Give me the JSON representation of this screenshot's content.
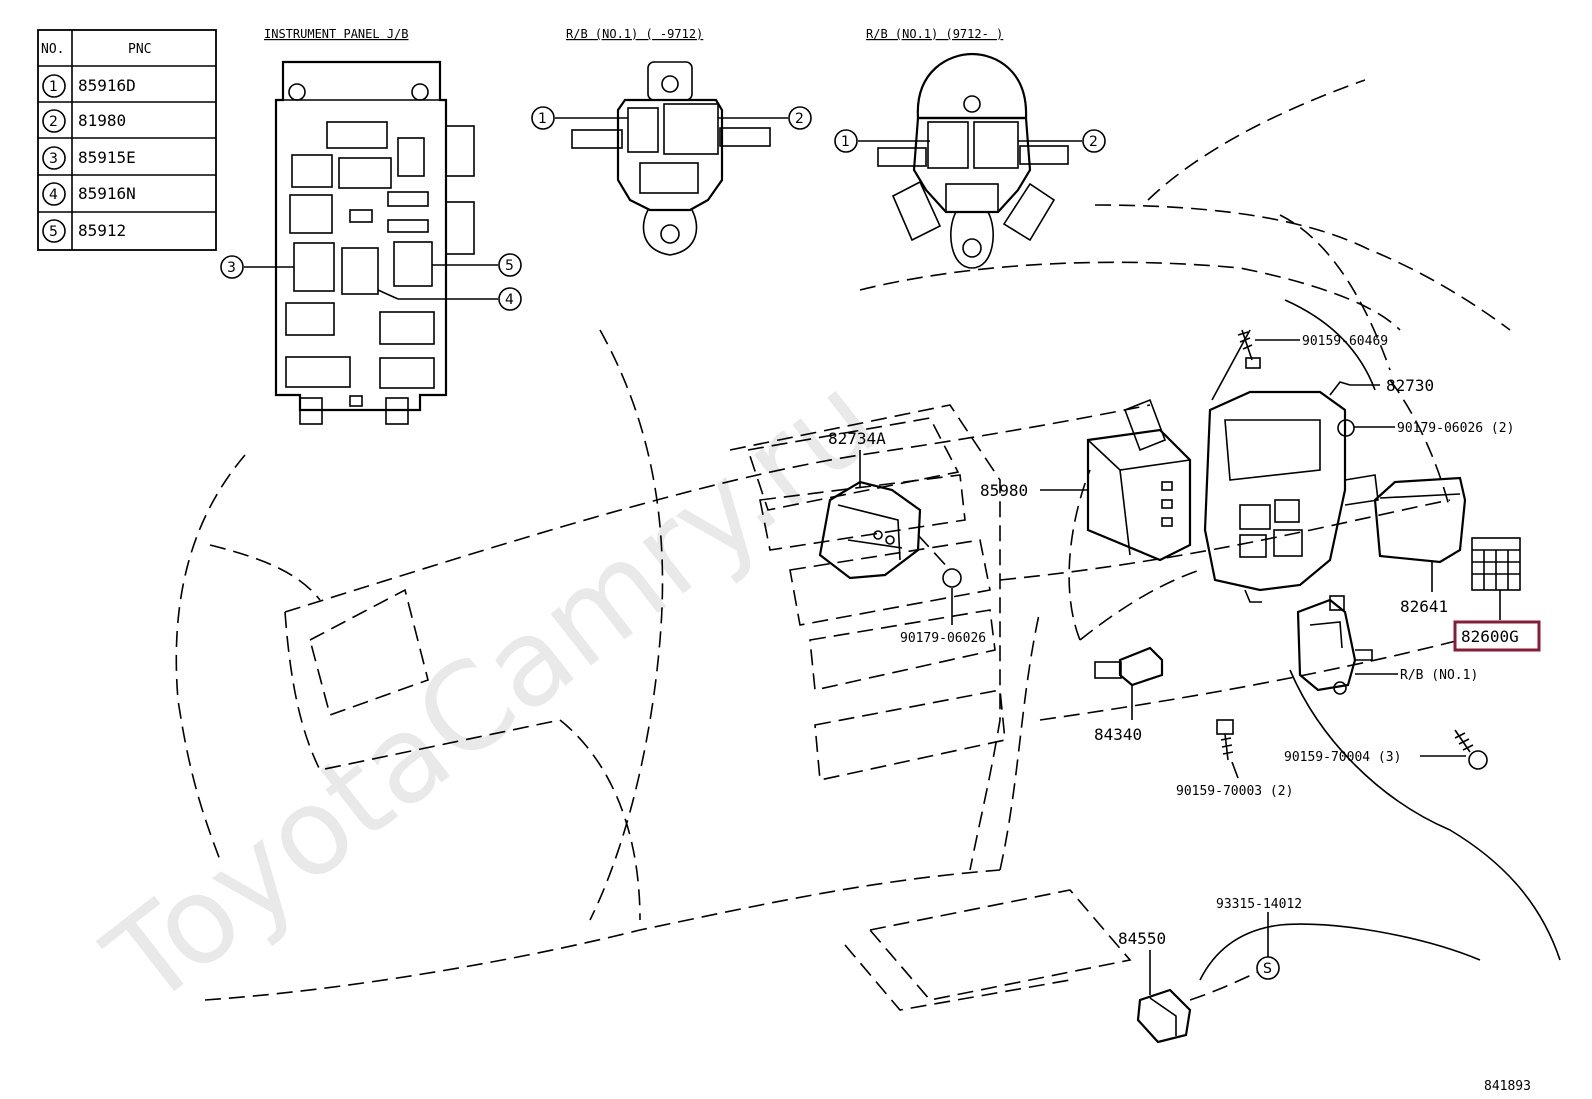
{
  "watermark": "ToyotaCamry.ru",
  "table": {
    "col_no": "NO.",
    "col_pnc": "PNC",
    "rows": [
      {
        "no": "1",
        "pnc": "85916D"
      },
      {
        "no": "2",
        "pnc": "81980"
      },
      {
        "no": "3",
        "pnc": "85915E"
      },
      {
        "no": "4",
        "pnc": "85916N"
      },
      {
        "no": "5",
        "pnc": "85912"
      }
    ]
  },
  "headings": {
    "instrument_panel": "INSTRUMENT PANEL J/B",
    "rb_left": "R/B (NO.1) (    -9712)",
    "rb_right": "R/B (NO.1) (9712-    )"
  },
  "callouts": {
    "n1": "1",
    "n2": "2",
    "n3": "3",
    "n4": "4",
    "n5": "5"
  },
  "parts": {
    "p90159_60469": "90159-60469",
    "p82730": "82730",
    "p90179_06026_2": "90179-06026 (2)",
    "p82734A": "82734A",
    "p85980": "85980",
    "p82641": "82641",
    "p82600G": "82600G",
    "p90179_06026": "90179-06026",
    "rb_no1": "R/B (NO.1)",
    "p84340": "84340",
    "p90159_70004": "90159-70004 (3)",
    "p90159_70003": "90159-70003 (2)",
    "p93315_14012": "93315-14012",
    "p84550": "84550",
    "s_mark": "S"
  },
  "highlight_color": "#8b1a3a",
  "diagram_id": "841893"
}
